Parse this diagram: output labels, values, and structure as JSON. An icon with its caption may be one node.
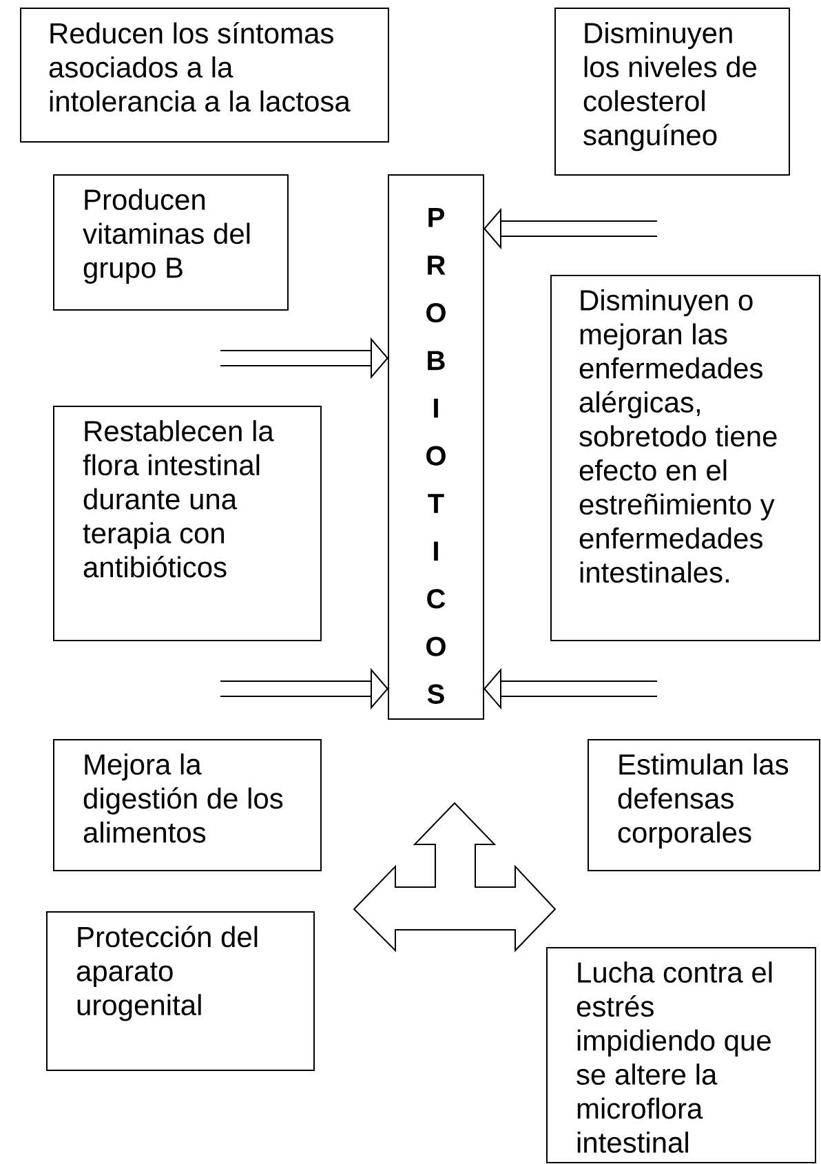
{
  "diagram": {
    "nodes": [
      {
        "text": [
          "Reducen los síntomas asociados a la intolerancia a la lactosa"
        ]
      },
      {
        "text": [
          "Disminuyen los niveles de colesterol sanguíneo"
        ]
      },
      {
        "text": [
          "Producen vitaminas del grupo B"
        ]
      },
      {
        "text": [
          "PROBIOTICOS"
        ]
      },
      {
        "text": [
          "Disminuyen o mejoran las enfermedades alérgicas, sobretodo tiene efecto en el estreñimiento y enfermedades intestinales."
        ]
      },
      {
        "text": [
          "Restablecen la flora intestinal durante una terapia con antibióticos"
        ]
      },
      {
        "text": [
          "Mejora la digestión de los alimentos"
        ]
      },
      {
        "text": [
          "Estimulan las defensas corporales"
        ]
      },
      {
        "text": [
          "Protección del aparato urogenital"
        ]
      },
      {
        "text": [
          "Lucha contra el estrés impidiendo que se altere la microflora intestinal"
        ]
      },
      {
        "text": [],
        "shape": "arrow"
      }
    ],
    "edges": [
      {
        "from": null,
        "to": 3,
        "arrow": "to"
      },
      {
        "from": null,
        "to": 3,
        "arrow": "to"
      },
      {
        "from": null,
        "to": 3,
        "arrow": "to"
      },
      {
        "from": null,
        "to": 3,
        "arrow": "to"
      }
    ]
  }
}
